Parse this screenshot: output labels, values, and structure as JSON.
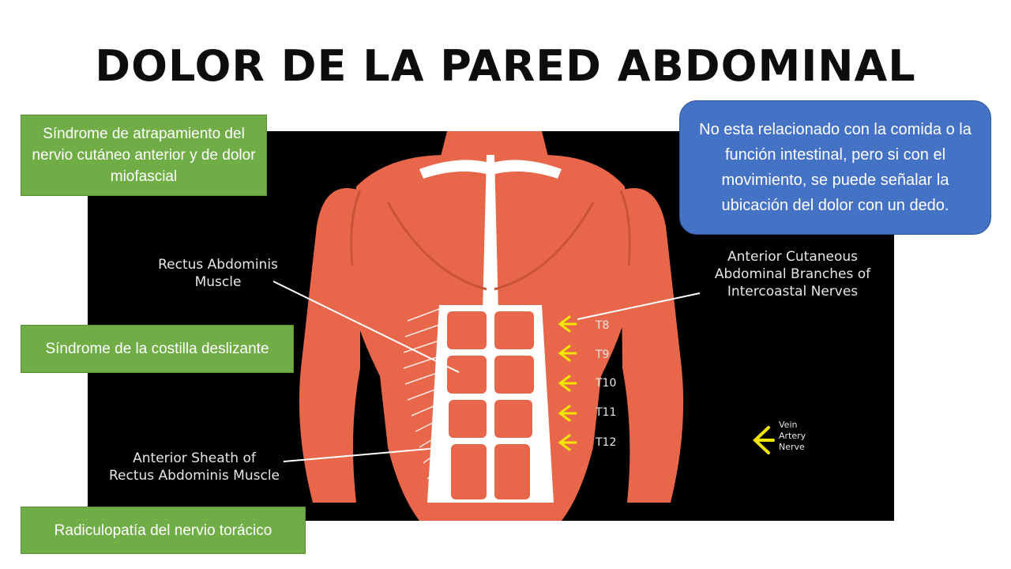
{
  "title": "DOLOR DE LA PARED ABDOMINAL",
  "diagram": {
    "label_rectus": "Rectus Abdominis\nMuscle",
    "label_sheath": "Anterior Sheath of\nRectus Abdominis Muscle",
    "label_cutaneous": "Anterior Cutaneous\nAbdominal Branches of\nIntercoastal Nerves",
    "segments": [
      "T8",
      "T9",
      "T10",
      "T11",
      "T12"
    ],
    "legend": "Vein\nArtery\nNerve",
    "colors": {
      "muscle": "#e8664a",
      "muscle_dark": "#c9523a",
      "tendon": "#ffffff",
      "background": "#000000",
      "nerve_arrow": "#f2e600"
    }
  },
  "boxes": {
    "box1": "Síndrome de atrapamiento del nervio cutáneo anterior y de dolor miofascial",
    "box2": "Síndrome de la costilla deslizante",
    "box3": "Radiculopatía del nervio torácico",
    "callout": "No esta relacionado con la comida o la función intestinal, pero si con el movimiento, se puede señalar la ubicación del dolor con un dedo.",
    "colors": {
      "green": "#70ad47",
      "blue": "#4472c4"
    }
  }
}
